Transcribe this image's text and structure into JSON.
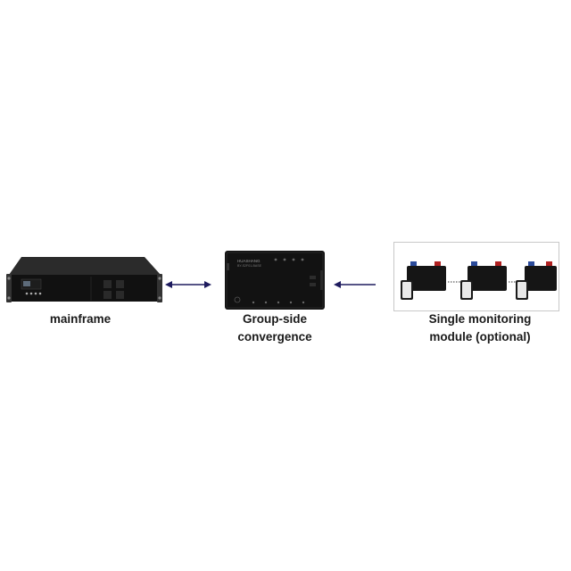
{
  "nodes": {
    "mainframe": {
      "label": "mainframe"
    },
    "convergence": {
      "label_line1": "Group-side",
      "label_line2": "convergence",
      "brand_text": "HUASHANG",
      "model_text": "BY-S2F01-BASE"
    },
    "monitoring": {
      "label_line1": "Single monitoring",
      "label_line2": "module (optional)"
    }
  },
  "colors": {
    "arrow": "#1e1b5e",
    "device": "#111111",
    "frame_border": "#c8c8c8"
  }
}
